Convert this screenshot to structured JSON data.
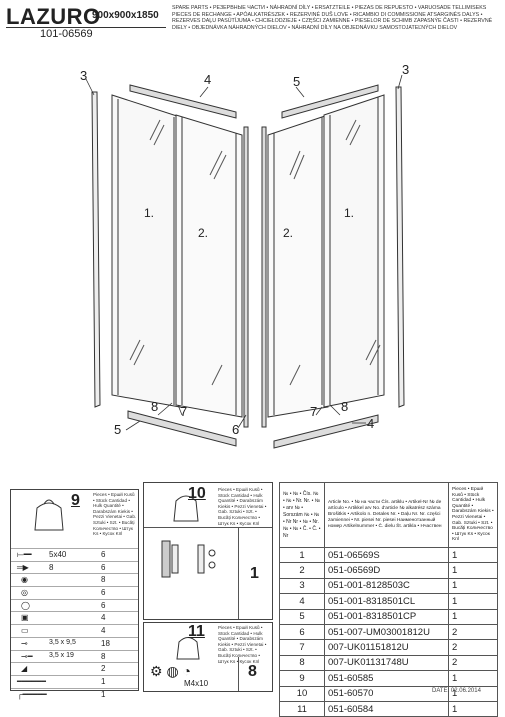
{
  "header": {
    "title": "LAZURO",
    "dims": "900x900x1850",
    "code": "101-06569",
    "spare_parts_text": "SPARE PARTS • РЕЗЕРВНЫЕ ЧАСТИ • NÁHRADNÍ DÍLY • ERSATZTEILE • PIEZAS DE REPUESTO • VARUOSADE TELLIMISEKS PIECES DE RECHANGE • APÓALKATRÉSZEK • REZERVINĖ DUŠ LOVE • RICAMBIO DI COMMISSIONE ATSARGINĖS DALYS • REZERVES DAĻU PASŪTĪJUMA • CHCIEŁODZIEJE • CZĘŚCI ZAMIENNE • PIESELOR DE SCHIMB ZAPASNÝE ČASTI • REZERVNÉ DIELY • OBJEDNÁVKA NÁHRADNÝCH DIELOV • NÁHRADNÍ DÍLY NA OBJEDNÁVKU SAMOSTOJATEĽNÝCH DIELOV"
  },
  "diagram_labels": {
    "l3_left": "3",
    "l4_top": "4",
    "l5_top": "5",
    "l3_right": "3",
    "panel1_left": "1.",
    "panel2_left": "2.",
    "panel2_right": "2.",
    "panel1_right": "1.",
    "l8_left": "8",
    "l7_left": "7",
    "l5_bottom": "5",
    "l6": "6",
    "l7_right": "7",
    "l8_right": "8",
    "l4_bottom": "4"
  },
  "lang_labels": "Pieces • Ершй Kusů • Stück Cantidad • Hulk Quantité • Darabszám Kiekis • Pezzi Vienetai • Gab. Sztuki • Szt. • Bucăți Kоличество • Штук Ks • Кусок Kпl",
  "box9": {
    "number": "9",
    "rows": [
      {
        "icon": "screw-icon",
        "label": "5x40",
        "qty": "6"
      },
      {
        "icon": "dowel-icon",
        "label": "8",
        "qty": "6"
      },
      {
        "icon": "cap-icon",
        "label": "",
        "qty": "8"
      },
      {
        "icon": "washer-icon",
        "label": "",
        "qty": "6"
      },
      {
        "icon": "ring-icon",
        "label": "",
        "qty": "6"
      },
      {
        "icon": "bracket-icon",
        "label": "",
        "qty": "4"
      },
      {
        "icon": "clip-icon",
        "label": "",
        "qty": "4"
      },
      {
        "icon": "screw-small-icon",
        "label": "3,5 x 9,5",
        "qty": "18"
      },
      {
        "icon": "screw-long-icon",
        "label": "3,5 x 19",
        "qty": "8"
      },
      {
        "icon": "plate-icon",
        "label": "",
        "qty": "2"
      },
      {
        "icon": "rod-icon",
        "label": "",
        "qty": "1"
      },
      {
        "icon": "key-icon",
        "label": "",
        "qty": "1"
      }
    ]
  },
  "box10": {
    "number": "10",
    "qty": "1"
  },
  "box11": {
    "number": "11",
    "label": "M4x10",
    "qty": "8"
  },
  "parts_table": {
    "header_left": "№ • № • Čís. № • № • Nr. Nr. • № • arv № • Sorszám № • № • Nr Nr • № • Nr. № • № • Č. • Č. • Nr",
    "header_mid": "Article No. • № на части Čís. artiklu • Artikel-Nr № de artículo • Artikkel arv No. d'article № alkatrész száma Brošitkis • Artikolo n. Detales Nr. • Daļu Nr. Nr. części zamiennei • Nr. piesei Nr. piesei Наименотзанный номер Artikelnummer • Č. dielu Št. artikla • Нчаствен",
    "header_right": "Pieces • Ершй Kusů • Stück Cantidad • Hulk Quantité • Darabszám Kiekis • Pezzi Vienetai • Gab. Sztuki • Szt. • Bucăți Kоличество • Штук Ks • Кусок Kпl",
    "rows": [
      {
        "no": "1",
        "article": "051-06569S",
        "qty": "1"
      },
      {
        "no": "2",
        "article": "051-06569D",
        "qty": "1"
      },
      {
        "no": "3",
        "article": "051-001-8128503C",
        "qty": "1"
      },
      {
        "no": "4",
        "article": "051-001-8318501CL",
        "qty": "1"
      },
      {
        "no": "5",
        "article": "051-001-8318501CP",
        "qty": "1"
      },
      {
        "no": "6",
        "article": "051-007-UM03001812U",
        "qty": "2"
      },
      {
        "no": "7",
        "article": "007-UK01151812U",
        "qty": "2"
      },
      {
        "no": "8",
        "article": "007-UK01131748U",
        "qty": "2"
      },
      {
        "no": "9",
        "article": "051-60585",
        "qty": "1"
      },
      {
        "no": "10",
        "article": "051-60570",
        "qty": "1"
      },
      {
        "no": "11",
        "article": "051-60584",
        "qty": "1"
      }
    ]
  },
  "footer": {
    "date": "DATE: 02.06.2014"
  }
}
